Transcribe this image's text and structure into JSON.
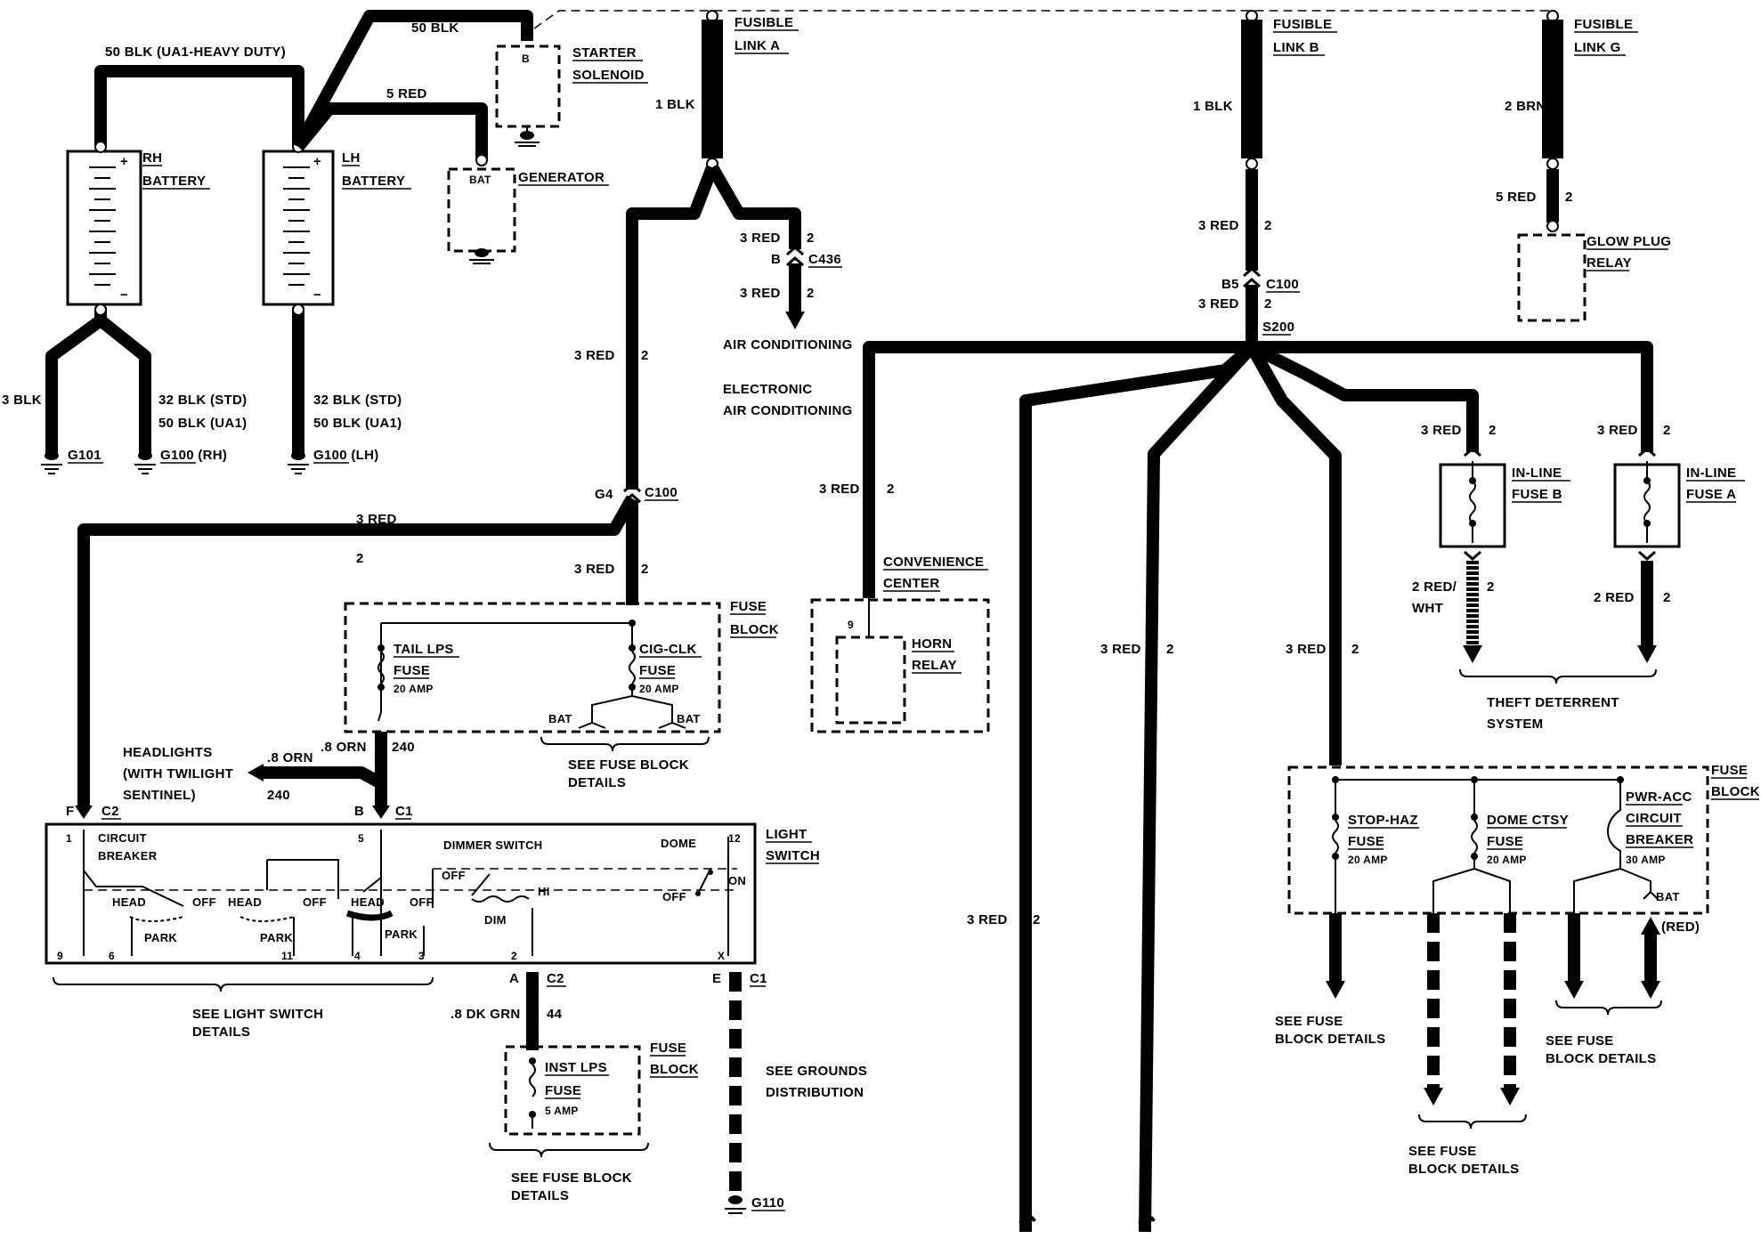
{
  "labels": {
    "blk50_top": "50 BLK",
    "blk50_ua1": "50 BLK (UA1-HEAVY DUTY)",
    "red5": "5 RED",
    "starter1": "STARTER",
    "starter2": "SOLENOID",
    "starter_b": "B",
    "rh1": "RH",
    "rh2": "BATTERY",
    "lh1": "LH",
    "lh2": "BATTERY",
    "gen_bat": "BAT",
    "generator": "GENERATOR",
    "blk3": "3 BLK",
    "rh_blk32": "32 BLK (STD)",
    "rh_blk50": "50 BLK (UA1)",
    "lh_blk32": "32 BLK (STD)",
    "lh_blk50": "50 BLK (UA1)",
    "g101": "G101",
    "g100rh": "G100 (RH)",
    "g100lh": "G100 (LH)",
    "fla1": "FUSIBLE",
    "fla2": "LINK A",
    "flb1": "FUSIBLE",
    "flb2": "LINK B",
    "flg1": "FUSIBLE",
    "flg2": "LINK G",
    "blk1a": "1 BLK",
    "blk1b": "1 BLK",
    "brn2": "2 BRN",
    "red3": "3 RED",
    "two": "2",
    "c436": "C436",
    "b": "B",
    "ac": "AIR CONDITIONING",
    "eac1": "ELECTRONIC",
    "eac2": "AIR CONDITIONING",
    "b5": "B5",
    "c100": "C100",
    "s200": "S200",
    "red5g": "5 RED",
    "glow1": "GLOW PLUG",
    "glow2": "RELAY",
    "g4": "G4",
    "inline1": "IN-LINE",
    "fuseb": "FUSE B",
    "fusea": "FUSE A",
    "red2wht1": "2 RED/",
    "red2wht2": "WHT",
    "red2": "2 RED",
    "theft1": "THEFT DETERRENT",
    "theft2": "SYSTEM",
    "conv1": "CONVENIENCE",
    "conv2": "CENTER",
    "nine": "9",
    "horn1": "HORN",
    "horn2": "RELAY",
    "fuseblock1": "FUSE",
    "fuseblock2": "BLOCK",
    "taillps": "TAIL LPS",
    "fuse": "FUSE",
    "amp20": "20 AMP",
    "cigclk": "CIG-CLK",
    "bat": "BAT",
    "seefb1": "SEE FUSE BLOCK",
    "seefb2": "DETAILS",
    "head1": "HEADLIGHTS",
    "head2": "(WITH TWILIGHT",
    "head3": "SENTINEL)",
    "orn8": ".8 ORN",
    "n240": "240",
    "f": "F",
    "c2": "C2",
    "c1": "C1",
    "lightsw1": "LIGHT",
    "lightsw2": "SWITCH",
    "n1": "1",
    "cb1": "CIRCUIT",
    "cb2": "BREAKER",
    "n5": "5",
    "dimmer": "DIMMER SWITCH",
    "dome": "DOME",
    "n12": "12",
    "headl": "HEAD",
    "off": "OFF",
    "park": "PARK",
    "on": "ON",
    "hi": "HI",
    "dim": "DIM",
    "n9": "9",
    "n6": "6",
    "n11": "11",
    "n4": "4",
    "n3": "3",
    "n2": "2",
    "a": "A",
    "e": "E",
    "x": "X",
    "seels1": "SEE LIGHT SWITCH",
    "seels2": "DETAILS",
    "dkgrn": ".8 DK GRN",
    "n44": "44",
    "instlps": "INST LPS",
    "amp5": "5 AMP",
    "seeg1": "SEE GROUNDS",
    "seeg2": "DISTRIBUTION",
    "g110": "G110",
    "stophaz": "STOP-HAZ",
    "domectsy": "DOME CTSY",
    "pwracc1": "PWR-ACC",
    "pwracc2": "CIRCUIT",
    "pwracc3": "BREAKER",
    "amp30": "30 AMP",
    "redp": "(RED)",
    "seefuse1": "SEE FUSE",
    "seefuse2": "BLOCK DETAILS",
    "seefuse3": "SEE FUSE BLOCK DETAILS",
    "plus": "+",
    "minus": "−"
  }
}
